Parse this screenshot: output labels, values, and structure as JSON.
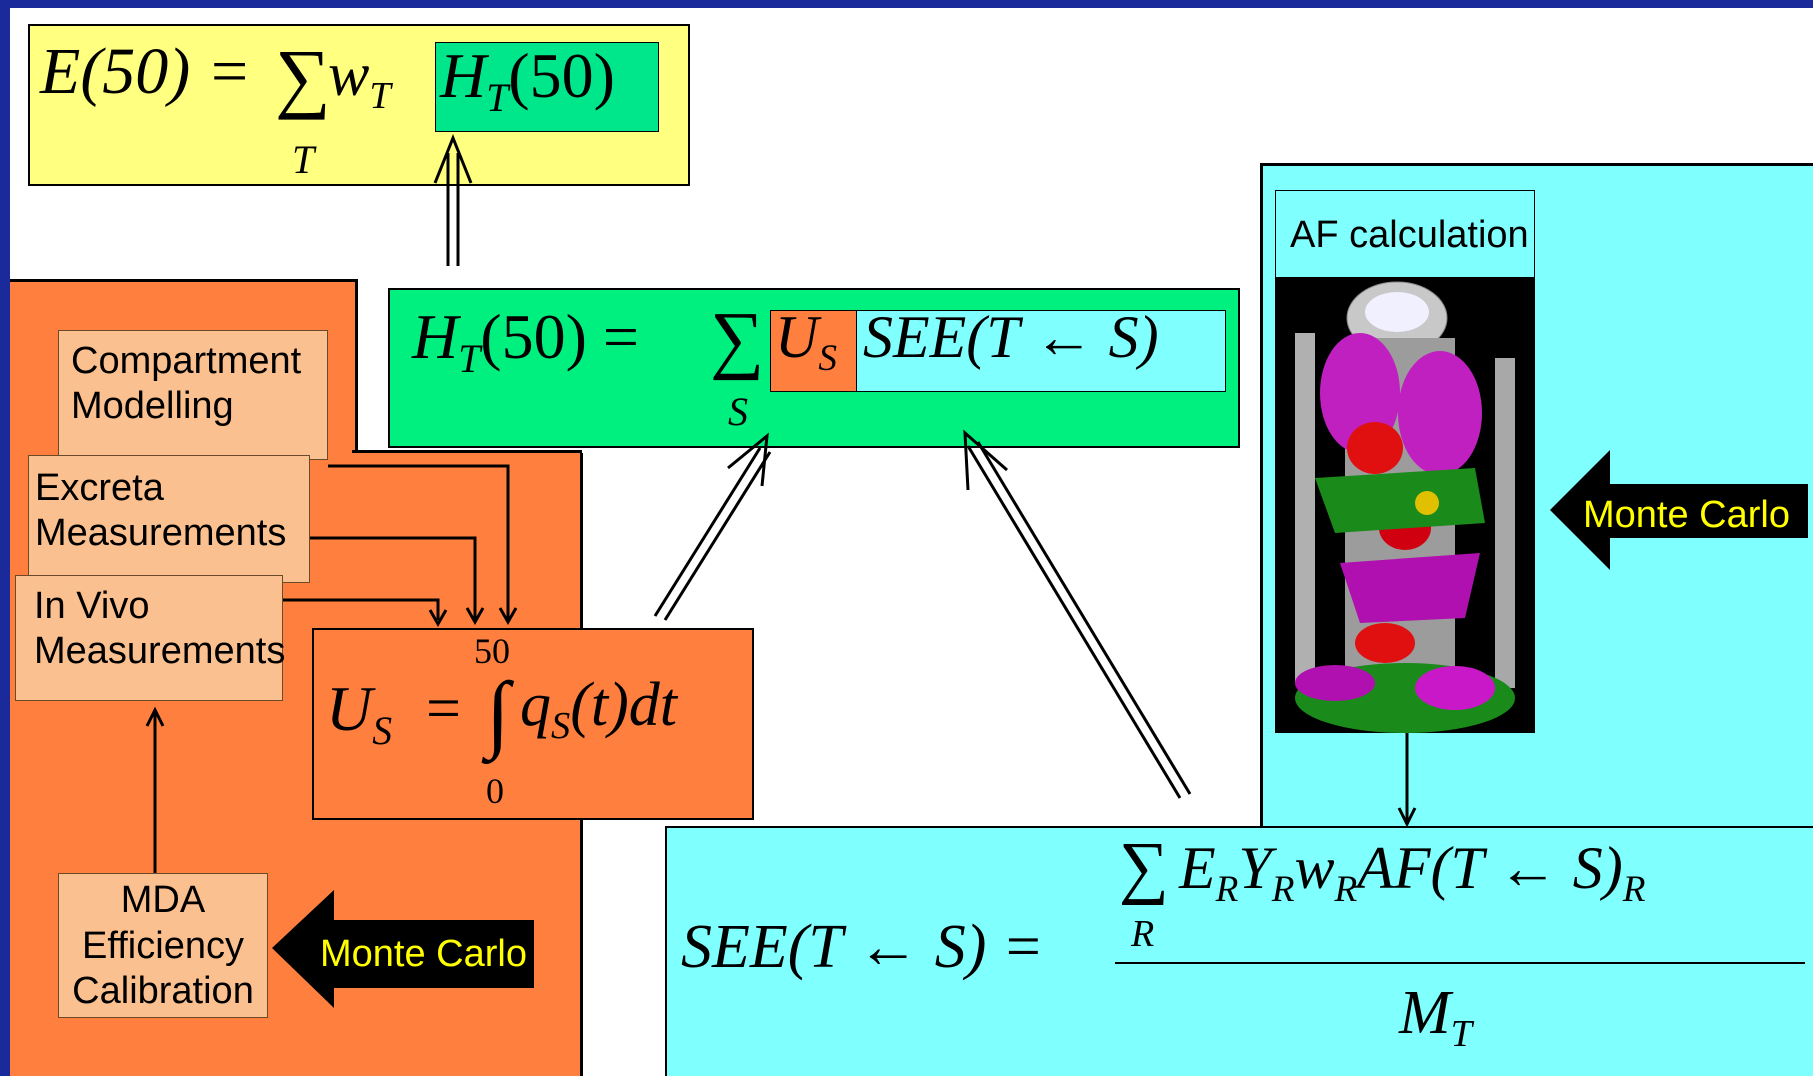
{
  "colors": {
    "frame": "#1a2a9a",
    "yellow_box": "#ffff80",
    "green_box": "#00f080",
    "orange_panel": "#ff7f3f",
    "light_orange": "#fbc08f",
    "cyan_panel": "#80ffff",
    "monte_carlo_text": "#ffff00"
  },
  "eq_effective": {
    "lhs": "E(50) =",
    "sum": "∑",
    "sum_index": "T",
    "w": "w",
    "w_sub": "T",
    "h": "H",
    "h_sub": "T",
    "h_arg": "(50)"
  },
  "eq_equivalent": {
    "h": "H",
    "h_sub": "T",
    "h_rest": "(50) =",
    "sum": "∑",
    "sum_index": "S",
    "u": "U",
    "u_sub": "S",
    "see": "SEE(T ← S)"
  },
  "eq_uptake": {
    "u": "U",
    "u_sub": "S",
    "eq": "=",
    "integral": "∫",
    "upper": "50",
    "lower": "0",
    "q": "q",
    "q_sub": "S",
    "rest": "(t)dt"
  },
  "eq_see": {
    "lhs": "SEE(T ← S) =",
    "sum": "∑",
    "sum_index": "R",
    "numerator": "E",
    "num_sub1": "R",
    "y": "Y",
    "num_sub2": "R",
    "w": "w",
    "num_sub3": "R",
    "af": "AF(T ← S)",
    "num_sub4": "R",
    "denominator": "M",
    "den_sub": "T"
  },
  "boxes": {
    "compartment": [
      "Compartment",
      "Modelling"
    ],
    "excreta": [
      "Excreta",
      "Measurements"
    ],
    "invivo": [
      "In Vivo",
      "Measurements"
    ],
    "mda": [
      "MDA",
      "Efficiency",
      "Calibration"
    ]
  },
  "af_calculation_label": "AF calculation",
  "monte_carlo_left": "Monte Carlo",
  "monte_carlo_right": "Monte Carlo"
}
